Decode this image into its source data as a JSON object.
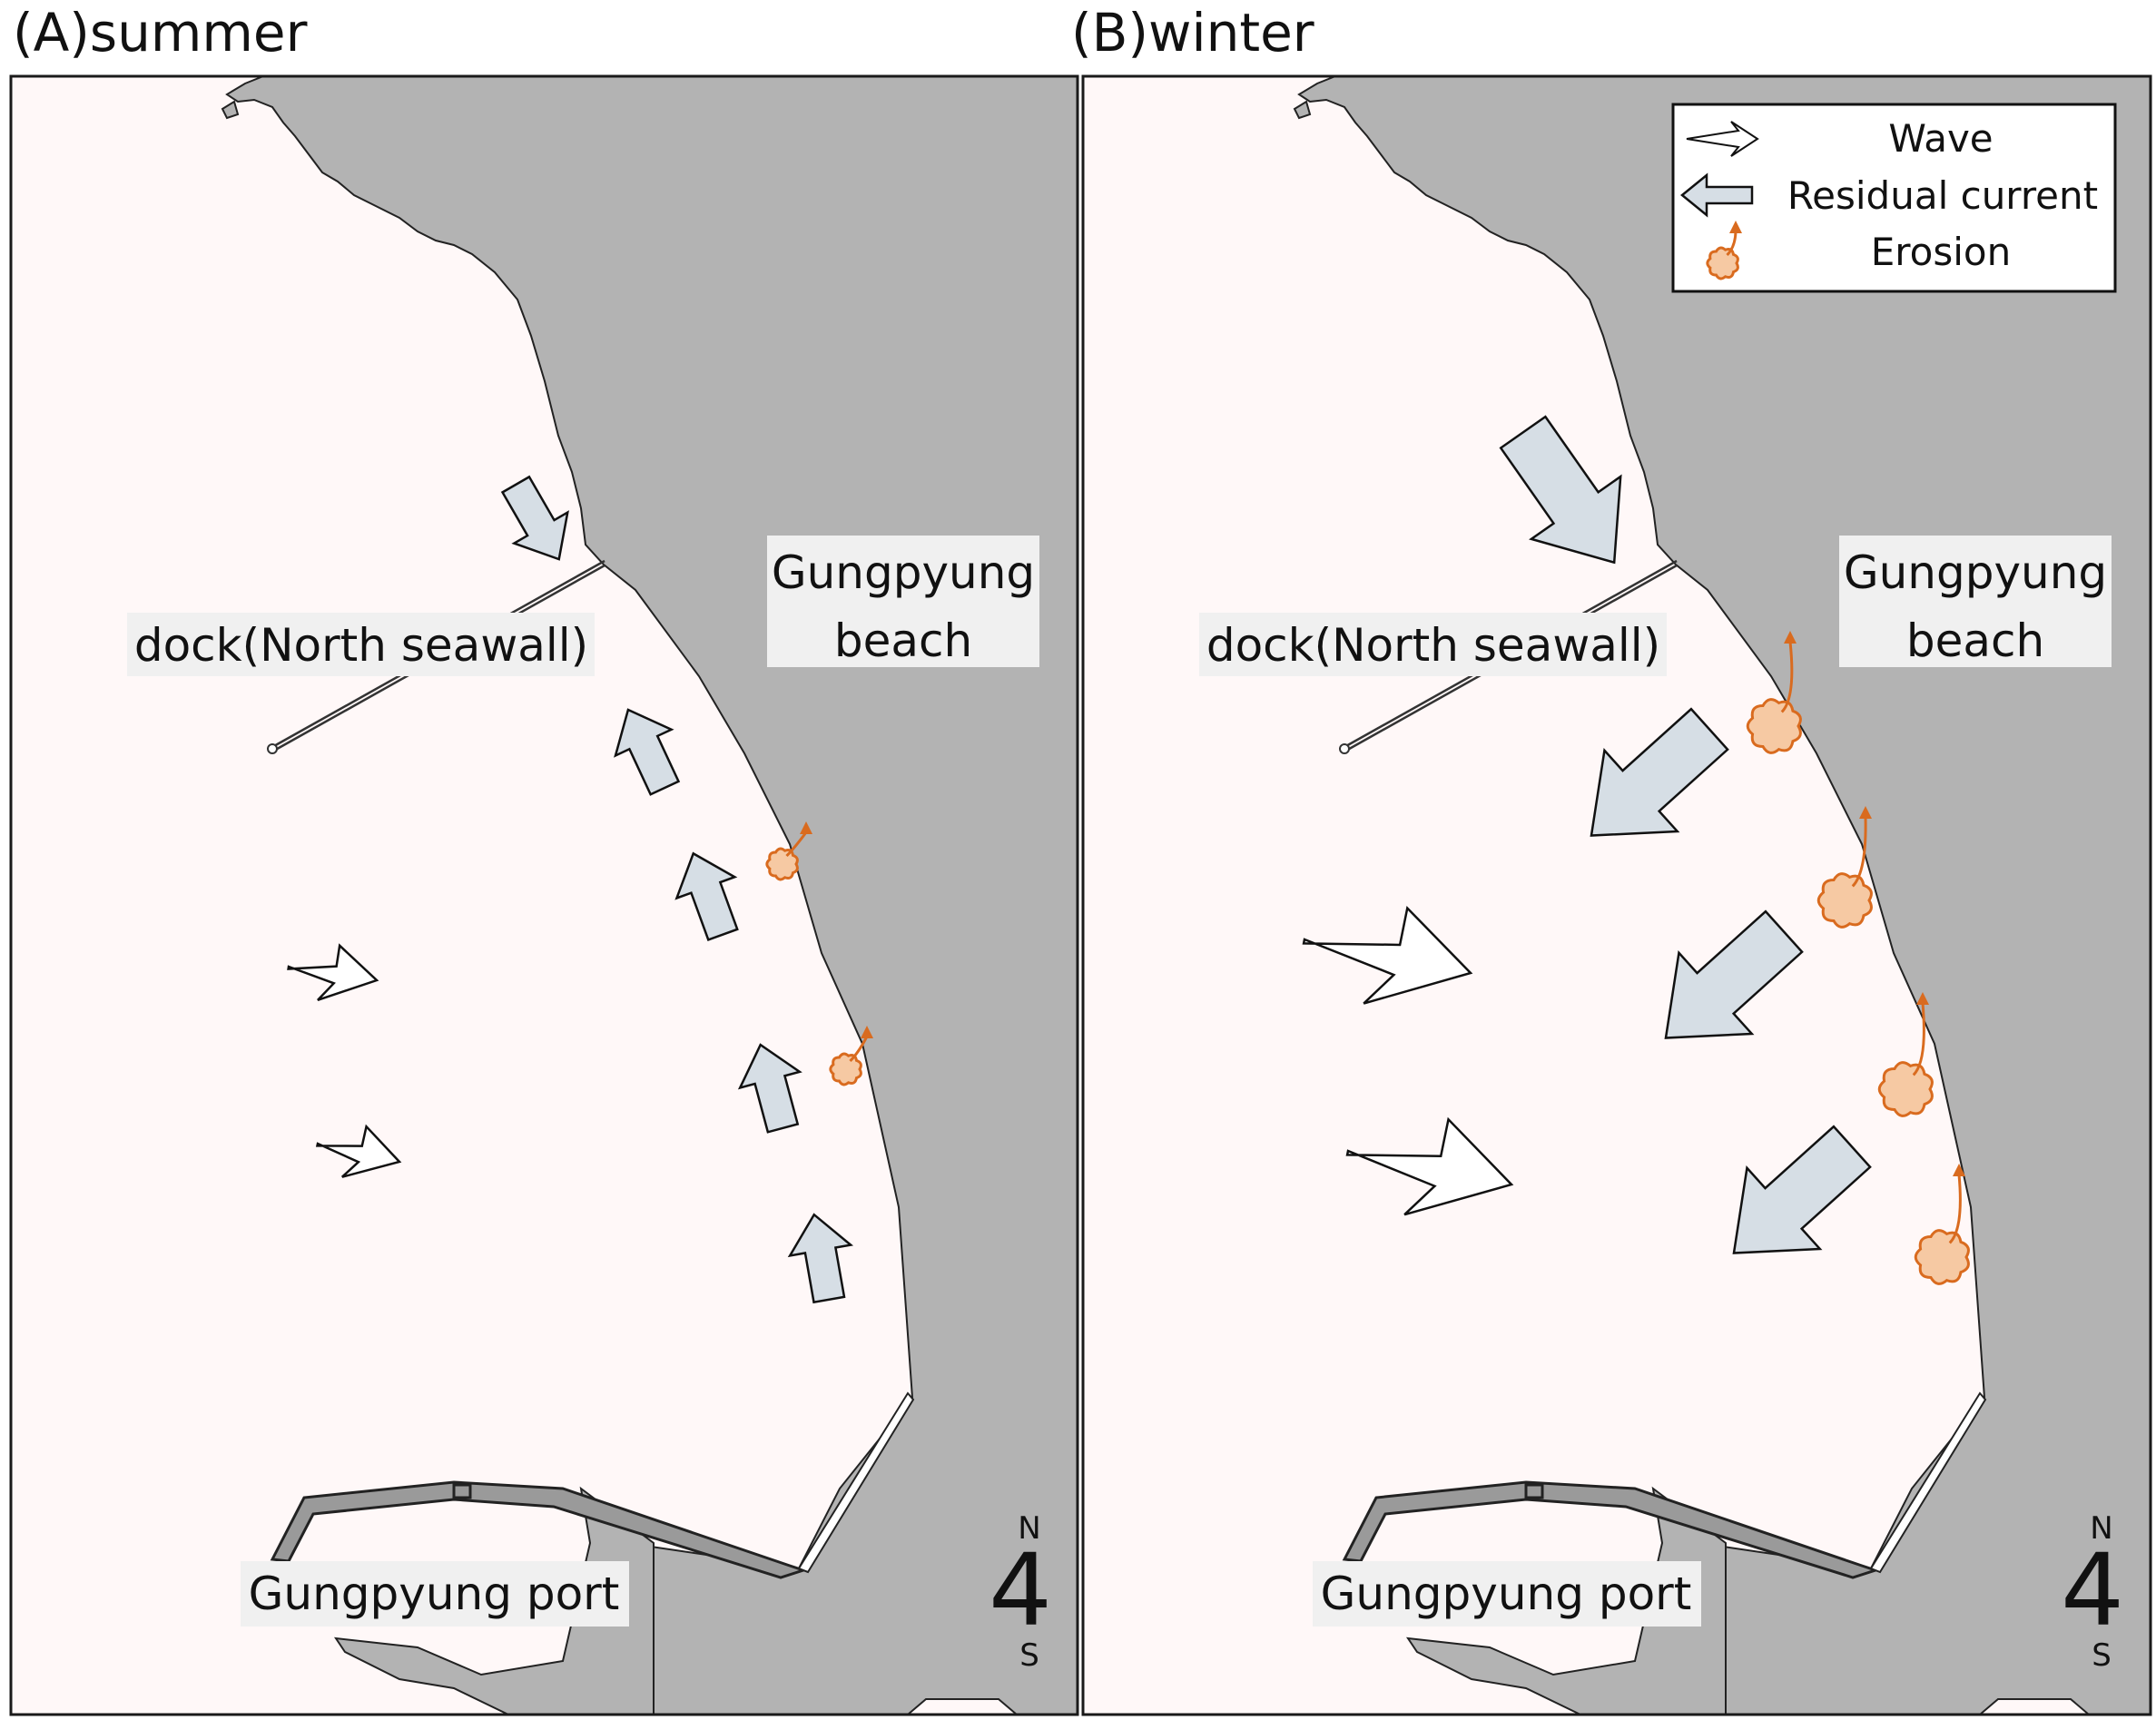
{
  "colors": {
    "land": "#b3b3b3",
    "sea": "#fff8f8",
    "frame": "#1a1a1a",
    "current_fill": "#d6dee5",
    "wave_fill": "#ffffff",
    "erosion": "#d96b1f",
    "erosion_fill": "#f6c9a3",
    "label_bg": "#f0f0f0"
  },
  "panels": [
    {
      "id": "a",
      "title": "(A)summer",
      "labels": {
        "dock": "dock(North seawall)",
        "beach_line1": "Gungpyung",
        "beach_line2": "beach",
        "port": "Gungpyung port"
      },
      "compass": {
        "north": "N",
        "south": "S",
        "glyph": "4"
      }
    },
    {
      "id": "b",
      "title": "(B)winter",
      "labels": {
        "dock": "dock(North seawall)",
        "beach_line1": "Gungpyung",
        "beach_line2": "beach",
        "port": "Gungpyung port"
      },
      "compass": {
        "north": "N",
        "south": "S",
        "glyph": "4"
      }
    }
  ],
  "legend": {
    "wave": "Wave",
    "current": "Residual current",
    "erosion": "Erosion",
    "wave_icon": "wave-arrow-icon",
    "current_icon": "current-arrow-icon",
    "erosion_icon": "erosion-icon"
  }
}
